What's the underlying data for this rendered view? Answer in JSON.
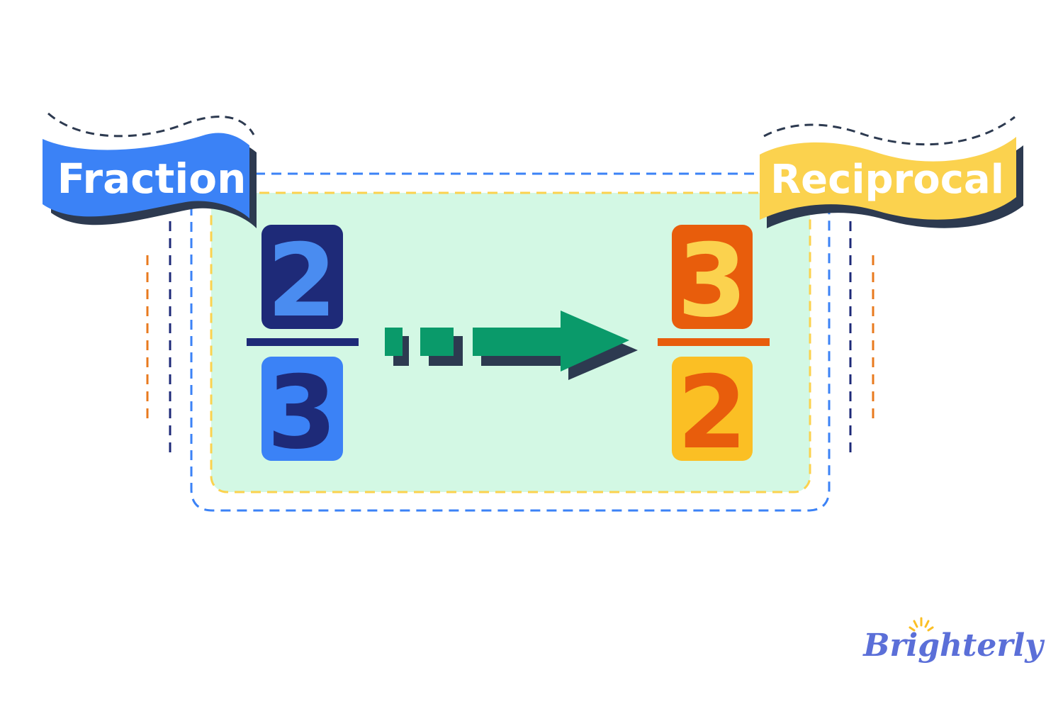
{
  "fraction": {
    "label": "Fraction",
    "numerator": "2",
    "denominator": "3",
    "label_color": "#3b82f6",
    "numerator_box_color": "#1e2a78",
    "numerator_digit_color": "#4a8cf0",
    "denominator_box_color": "#3b82f6",
    "denominator_digit_color": "#1e2a78"
  },
  "reciprocal": {
    "label": "Reciprocal",
    "numerator": "3",
    "denominator": "2",
    "label_color": "#fbd24e",
    "numerator_box_color": "#e85d0c",
    "numerator_digit_color": "#fbd24e",
    "denominator_box_color": "#fbbf24",
    "denominator_digit_color": "#e85d0c"
  },
  "arrow": {
    "icon": "right-arrow-icon",
    "color": "#0a9a6a"
  },
  "panel_color": "#d3f8e4",
  "brand": {
    "name": "Brighterly",
    "icon": "sun-rays-icon",
    "color": "#5b6fd8"
  }
}
